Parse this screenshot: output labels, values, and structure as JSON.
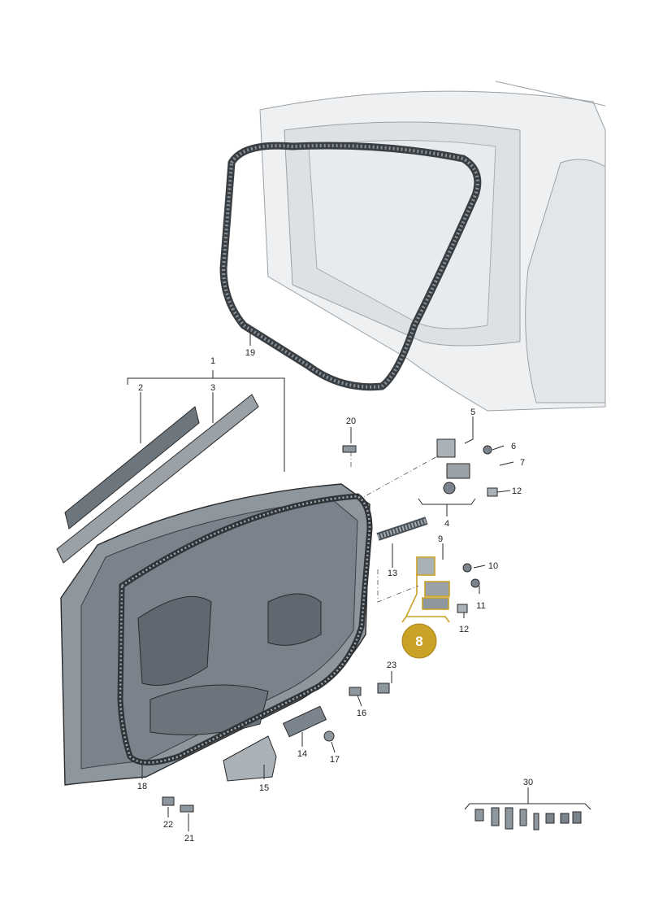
{
  "diagram": {
    "callouts": {
      "c1": "1",
      "c2": "2",
      "c3": "3",
      "c4": "4",
      "c5": "5",
      "c6": "6",
      "c7": "7",
      "c9": "9",
      "c10": "10",
      "c11": "11",
      "c12a": "12",
      "c12b": "12",
      "c13": "13",
      "c14": "14",
      "c15": "15",
      "c16": "16",
      "c17": "17",
      "c18": "18",
      "c19": "19",
      "c20": "20",
      "c21": "21",
      "c22": "22",
      "c23": "23",
      "c30": "30"
    },
    "highlight_badge": "8",
    "colors": {
      "highlight": "#c9a227",
      "badge": "#c9a227",
      "part_fill": "#b9c0c6",
      "part_dark": "#7b848c",
      "body_fill": "#eef0f2"
    }
  }
}
